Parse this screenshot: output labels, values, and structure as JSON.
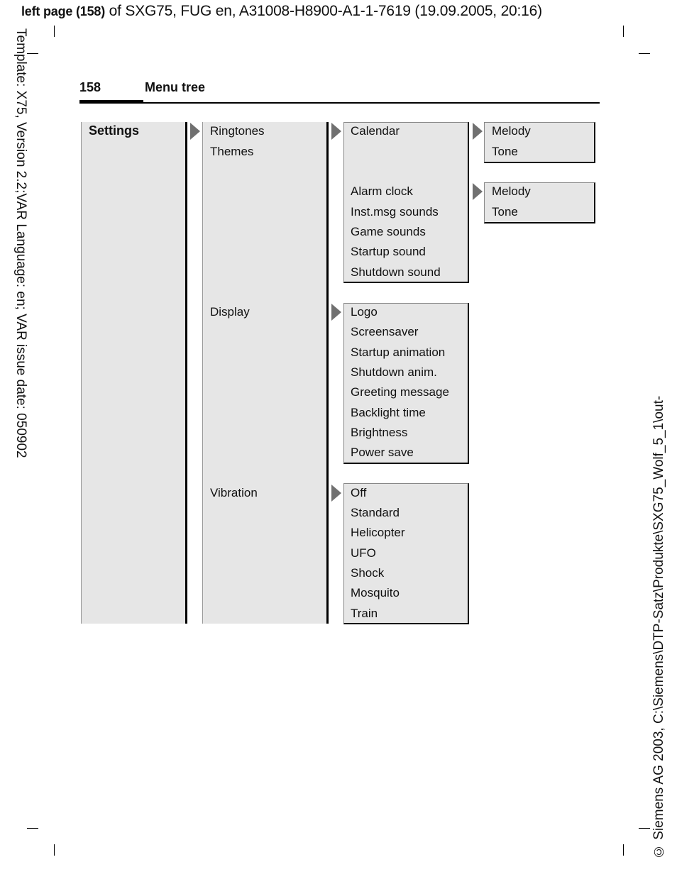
{
  "slug": {
    "bold": "left page (158)",
    "rest": " of SXG75, FUG en, A31008-H8900-A1-1-7619 (19.09.2005, 20:16)"
  },
  "side_left": "Template: X75, Version 2.2;VAR Language: en; VAR issue date: 050902",
  "side_right": "© Siemens AG 2003, C:\\Siemens\\DTP-Satz\\Produkte\\SXG75_Wolf_5_1\\out-",
  "header": {
    "page_number": "158",
    "title": "Menu tree"
  },
  "menu": {
    "level1": "Settings",
    "level2": [
      "Ringtones",
      "Themes",
      "Display",
      "Vibration"
    ],
    "ringtones": [
      "Calendar",
      "Alarm clock",
      "Inst.msg sounds",
      "Game sounds",
      "Startup sound",
      "Shutdown sound"
    ],
    "calendar_sub": [
      "Melody",
      "Tone"
    ],
    "alarm_sub": [
      "Melody",
      "Tone"
    ],
    "display": [
      "Logo",
      "Screensaver",
      "Startup animation",
      "Shutdown anim.",
      "Greeting message",
      "Backlight time",
      "Brightness",
      "Power save"
    ],
    "vibration": [
      "Off",
      "Standard",
      "Helicopter",
      "UFO",
      "Shock",
      "Mosquito",
      "Train"
    ]
  }
}
